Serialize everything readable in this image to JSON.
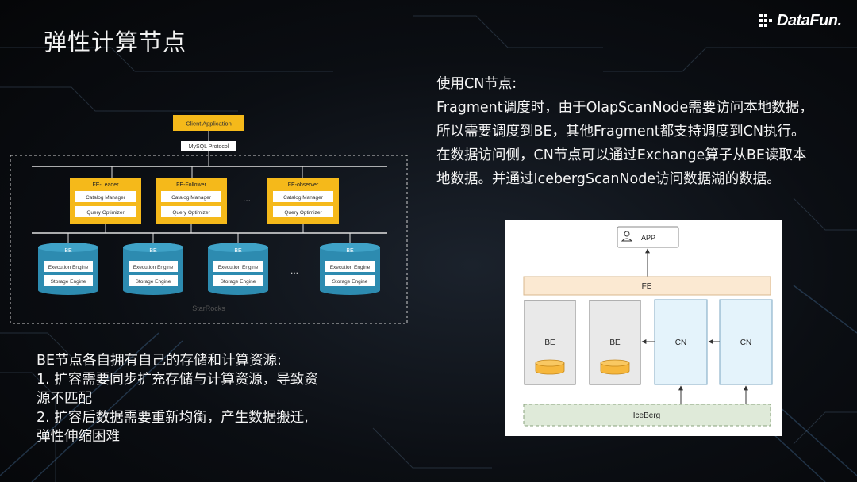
{
  "slide": {
    "title": "弹性计算节点",
    "logo_text": "DataFun.",
    "cn_text": {
      "heading": "使用CN节点:",
      "lines": [
        "Fragment调度时，由于OlapScanNode需要访问本地数据，",
        "所以需要调度到BE，其他Fragment都支持调度到CN执行。",
        "在数据访问侧，CN节点可以通过Exchange算子从BE读取本",
        "地数据。并通过IcebergScanNode访问数据湖的数据。"
      ]
    },
    "be_text": {
      "heading": "BE节点各自拥有自己的存储和计算资源:",
      "lines": [
        "1. 扩容需要同步扩充存储与计算资源，导致资",
        "源不匹配",
        "2. 扩容后数据需要重新均衡，产生数据搬迁,",
        "弹性伸缩困难"
      ]
    }
  },
  "left_diagram": {
    "client": "Client Application",
    "protocol": "MySQL Protocol",
    "fe_nodes": [
      {
        "name": "FE-Leader",
        "items": [
          "Catalog Manager",
          "Query Optimizer"
        ]
      },
      {
        "name": "FE-Follower",
        "items": [
          "Catalog Manager",
          "Query Optimizer"
        ]
      },
      {
        "name": "FE-observer",
        "items": [
          "Catalog Manager",
          "Query Optimizer"
        ]
      }
    ],
    "be_nodes": [
      {
        "name": "BE",
        "items": [
          "Execution Engine",
          "Storage Engine"
        ]
      },
      {
        "name": "BE",
        "items": [
          "Execution Engine",
          "Storage Engine"
        ]
      },
      {
        "name": "BE",
        "items": [
          "Execution Engine",
          "Storage Engine"
        ]
      },
      {
        "name": "BE",
        "items": [
          "Execution Engine",
          "Storage Engine"
        ]
      }
    ],
    "ellipsis": "...",
    "footer": "StarRocks",
    "colors": {
      "fe": "#f5b91a",
      "be": "#2d8bb0"
    }
  },
  "right_diagram": {
    "app": "APP",
    "fe": "FE",
    "nodes": [
      "BE",
      "BE",
      "CN",
      "CN"
    ],
    "lake": "IceBerg",
    "colors": {
      "fe": "#fbe9d2",
      "be": "#e9e9e9",
      "cn": "#e4f3fb",
      "lake": "#dfead9",
      "disk": "#f6b73c"
    }
  }
}
